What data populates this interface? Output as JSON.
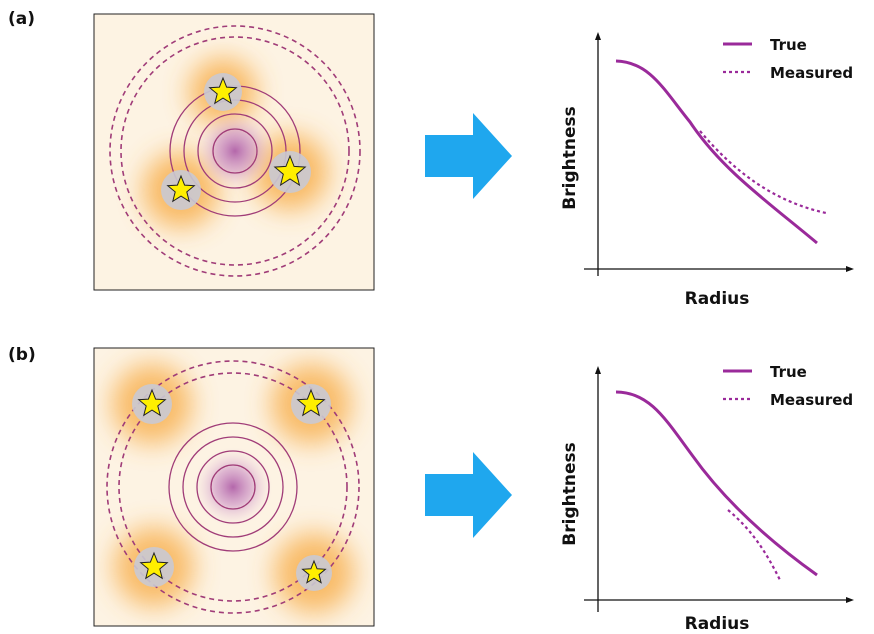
{
  "panels": [
    {
      "label": "(a)",
      "xlabel": "Radius",
      "ylabel": "Brightness",
      "legend": {
        "true_label": "True",
        "measured_label": "Measured",
        "position": "top-right"
      },
      "measured_deviation": "above"
    },
    {
      "label": "(b)",
      "xlabel": "Radius",
      "ylabel": "Brightness",
      "legend": {
        "true_label": "True",
        "measured_label": "Measured",
        "position": "top-right"
      },
      "measured_deviation": "below"
    }
  ],
  "colors": {
    "curve": "#9a2a9a",
    "arrow": "#1fa7ee",
    "box_fill": "#fdf3e3",
    "glow": "#f7a638",
    "star_fill": "#ffef00",
    "star_disc": "#c9c9d3",
    "ring": "#a03c78",
    "galaxy_core": "#b060a8"
  },
  "icons": [
    "star-icon",
    "right-arrow-icon"
  ]
}
